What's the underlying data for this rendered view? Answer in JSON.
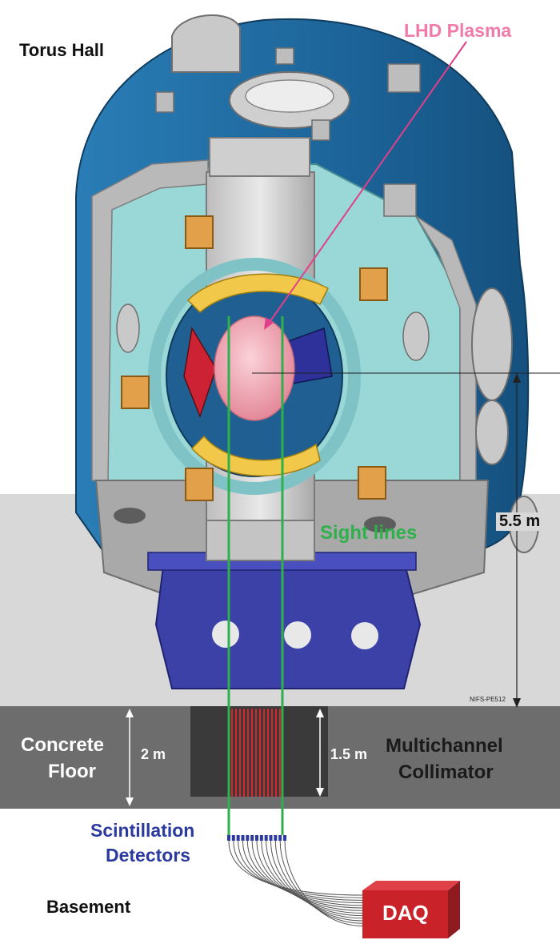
{
  "labels": {
    "torus_hall": "Torus Hall",
    "lhd_plasma": "LHD Plasma",
    "sight_lines": "Sight lines",
    "height_5_5": "5.5 m",
    "tag": "NIFS-PE512",
    "concrete_floor_1": "Concrete",
    "concrete_floor_2": "Floor",
    "floor_thickness": "2 m",
    "collimator_length": "1.5 m",
    "collimator_1": "Multichannel",
    "collimator_2": "Collimator",
    "scint_1": "Scintillation",
    "scint_2": "Detectors",
    "basement": "Basement",
    "daq": "DAQ"
  },
  "colors": {
    "vessel_blue": "#1f6fa4",
    "frame_cyan": "#8fd6d6",
    "plasma_pink": "#f2a7b3",
    "sight_green": "#2eb14b",
    "collimator_red": "#d9252b",
    "support_blue": "#3b3fa8",
    "detector_blue": "#2b3a9e",
    "daq_red": "#c92228",
    "floor_grey": "#6b6b6b",
    "hall_grey": "#d8d8d8"
  },
  "collimator_channels": 13,
  "detector_count": 13
}
